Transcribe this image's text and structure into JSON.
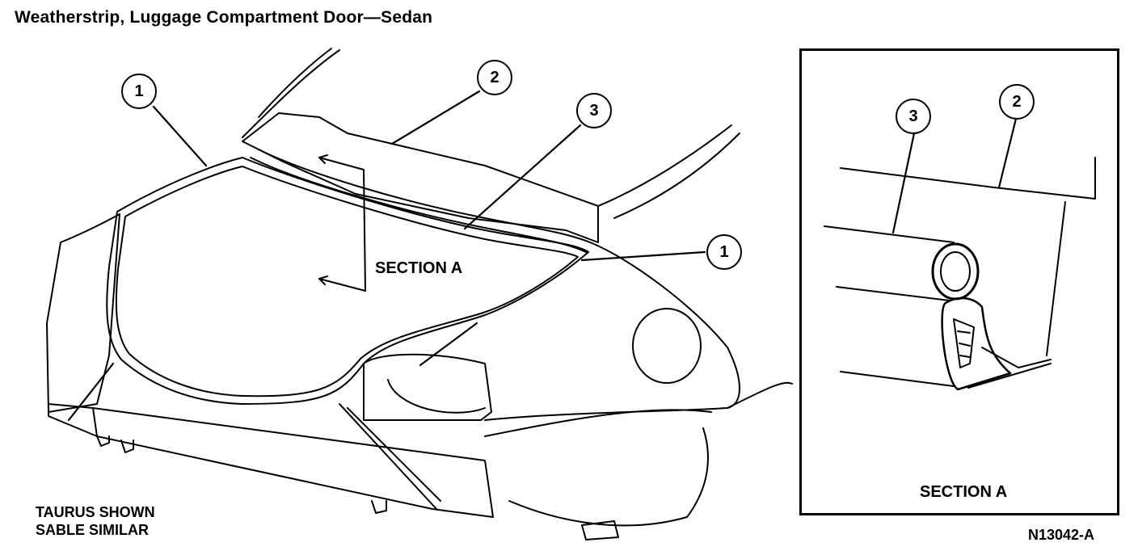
{
  "title": "Weatherstrip, Luggage Compartment Door—Sedan",
  "callouts": {
    "main": [
      {
        "number": "1"
      },
      {
        "number": "2"
      },
      {
        "number": "3"
      },
      {
        "number": "1"
      }
    ],
    "inset": [
      {
        "number": "3"
      },
      {
        "number": "2"
      }
    ]
  },
  "section_label_main": "SECTION A",
  "section_label_inset": "SECTION A",
  "notes": [
    "TAURUS SHOWN",
    "SABLE SIMILAR"
  ],
  "figure_id": "N13042-A"
}
